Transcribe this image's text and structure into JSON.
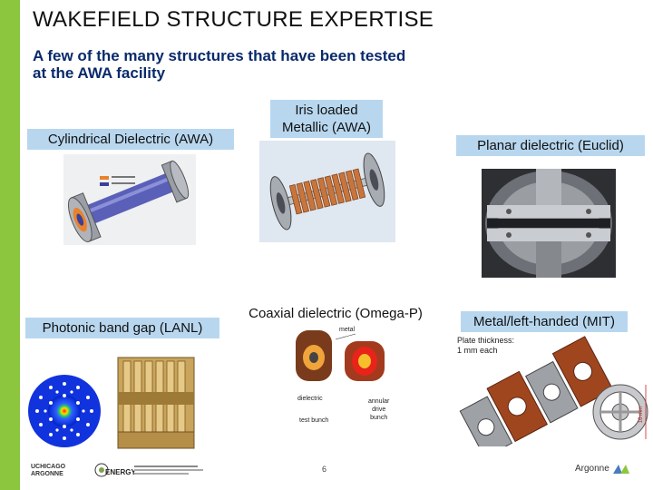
{
  "slide": {
    "title": "WAKEFIELD STRUCTURE EXPERTISE",
    "subtitle_line1": "A few of the many structures that have been tested",
    "subtitle_line2": "at the AWA facility",
    "page_number": "6"
  },
  "structures": {
    "cylindrical": "Cylindrical Dielectric (AWA)",
    "iris_line1": "Iris loaded",
    "iris_line2": "Metallic (AWA)",
    "planar": "Planar dielectric (Euclid)",
    "photonic": "Photonic band gap (LANL)",
    "coaxial": "Coaxial dielectric (Omega-P)",
    "metal_lh": "Metal/left-handed (MIT)"
  },
  "coaxial_diagram": {
    "metal": "metal",
    "dielectric": "dielectric",
    "test_bunch": "test bunch",
    "annular_line1": "annular",
    "annular_line2": "drive",
    "annular_line3": "bunch"
  },
  "mit_diagram": {
    "plate_line1": "Plate thickness:",
    "plate_line2": "1 mm each",
    "dim_label": "16 mm"
  },
  "footer": {
    "uchicago_line1": "UCHICAGO",
    "uchicago_line2": "ARGONNE",
    "energy": "ENERGY",
    "argonne": "Argonne"
  },
  "colors": {
    "accent_green": "#8cc63f",
    "label_blue": "#b8d7ef",
    "subtitle_navy": "#0a2a6b",
    "copper": "#a0461f"
  }
}
